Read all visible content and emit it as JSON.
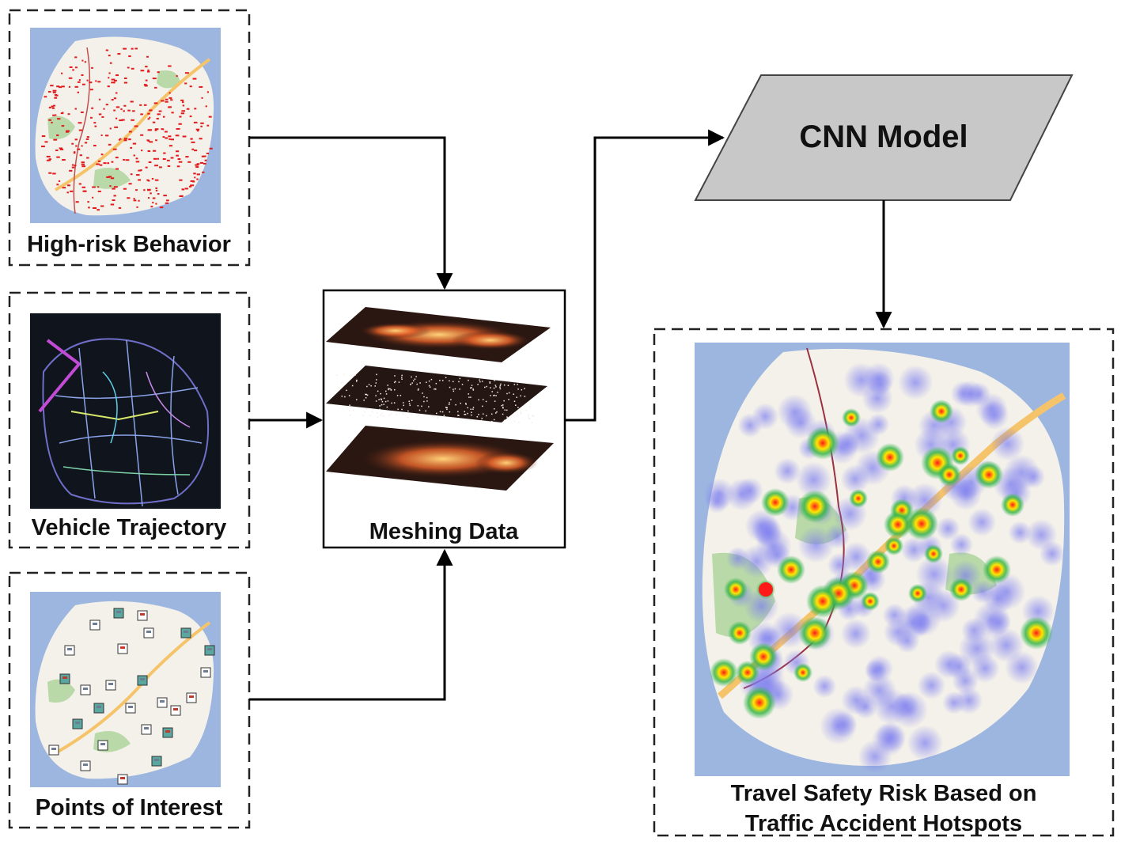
{
  "inputs": {
    "high_risk": {
      "label": "High-risk Behavior"
    },
    "trajectory": {
      "label": "Vehicle Trajectory"
    },
    "poi": {
      "label": "Points of Interest"
    }
  },
  "meshing": {
    "label": "Meshing Data"
  },
  "model": {
    "label": "CNN Model"
  },
  "output": {
    "line1": "Travel Safety Risk Based on",
    "line2": "Traffic Accident Hotspots"
  },
  "colors": {
    "map_water": "#9db6e0",
    "map_land": "#f4f1ea",
    "park": "#b9d9a8",
    "risk_dot": "#e31a1c",
    "night_bg": "#10141d",
    "model_fill": "#c8c8c8",
    "heat_low": "#7b7cf0",
    "heat_mid": "#36b54a",
    "heat_high": "#ffe600",
    "heat_peak": "#ff1a1a"
  }
}
